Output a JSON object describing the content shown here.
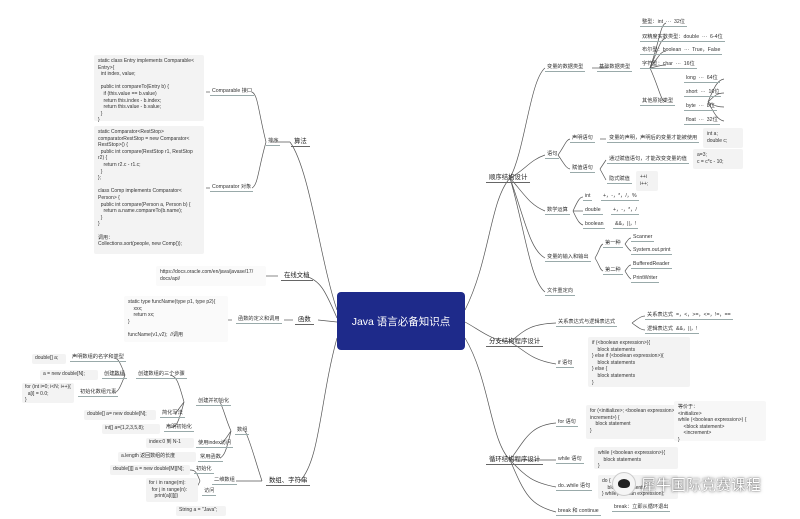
{
  "central": "Java 语言必备知识点",
  "watermark": "犀牛国际竞赛课程",
  "right": {
    "seq": {
      "title": "顺序结构设计",
      "vars": {
        "label": "变量的数据类型",
        "primitive": "基础数据类型",
        "int": "整型：int  ···  32位",
        "double": "双精度实数类型：double  ···  6-4位",
        "boolean": "布尔型：boolean  ···  True，False",
        "char": "字符型：char  ···  16位",
        "others": "其他原始类型",
        "long": "long  ···  64位",
        "short": "short  ···  16位",
        "byte": "byte  ···  8位",
        "float": "float  ···  32位"
      },
      "stmt": {
        "label": "语句",
        "declare": "声明语句",
        "declare_desc": "变量的声明，声明后的变量才能被使用",
        "declare_ex": "int a;\ndouble c;",
        "assign": "赋值语句",
        "assign_desc": "通过赋值语句，才能改变变量的值",
        "assign_ex": "a=3;\nc = c*c - 10;",
        "implicit": "隐式赋值",
        "implicit_ex": "++i\ni++;"
      },
      "ops": {
        "label": "数学运算",
        "int": "int",
        "int_ops": "+，-，*，/，%",
        "double": "double",
        "double_ops": "+，-，*，/",
        "boolean": "boolean",
        "boolean_ops": "&&，||，!"
      },
      "io": {
        "label": "变量的输入和输出",
        "first": "第一种",
        "scanner": "Scanner",
        "print": "System.out.print",
        "second": "第二种",
        "reader": "BufferedReader",
        "writer": "PrintWriter"
      },
      "redirect": "文件重定向"
    },
    "branch": {
      "title": "分支结构程序设计",
      "relop": "关系表达式与逻辑表达式",
      "rel": "关系表达式",
      "rel_ops": "=，<，>=，<=，!=，==",
      "logic": "逻辑表达式",
      "logic_ops": "&&，||，!",
      "if_label": "if 语句",
      "if_code": "if (<boolean expression>){\n    block statements\n} else if (<boolean expression>){\n    block statements\n} else {\n    block statements\n}"
    },
    "loop": {
      "title": "循环结构程序设计",
      "for": "for 语句",
      "for_code": "for (<initialize>; <boolean expression>; <\nincrement>) {\n    block statement\n}",
      "equiv": "等价于：\n<initialize>\nwhile (<boolean expression>) {\n    <block statement>\n    <increment>\n}",
      "while": "while 语句",
      "while_code": "while (<boolean expression>){\n    block statements\n}",
      "dowhile": "do..while 语句",
      "dowhile_code": "do {\n    block statements\n} while(boolean expression);",
      "brk": "break 和 continue",
      "brk_desc": "break：立即从循环退出"
    }
  },
  "left": {
    "algo": {
      "title": "算法",
      "sort": "排序",
      "comparable": "Comparable 接口",
      "comparable_code": "static class Entry implements Comparable<\nEntry>{\n  int index, value;\n\n  public int compareTo(Entry b) {\n    if (this.value == b.value)\n    return this.index - b.index;\n    return this.value - b.value;\n  }\n}",
      "comparator": "Comparator 对象",
      "comparator_code": "static Comparator<RestStop>\ncomparatorRestStop = new Comparator<\nRestStop>() {\n  public int compare(RestStop r1, RestStop\nr2) {\n    return r2.c - r1.c;\n  }\n};\n\nclass Comp implements Comparator<\nPerson> {\n  public int compare(Person a, Person b) {\n    return a.name.compareTo(b.name);\n  }\n}\n\n调用：\nCollections.sort(people, new Comp());"
    },
    "docs": {
      "title": "在线文档",
      "url": "https://docs.oracle.com/en/java/javase/17/\ndocs/api/"
    },
    "func": {
      "title": "函数",
      "def": "函数的定义和调用",
      "code": "static type funcName(type p1, type p2){\n    xxx;\n    return xx;\n}\n\nfuncName(v1,v2);  //调用"
    },
    "arr": {
      "title": "数组、字符串",
      "array": "数组",
      "create_init": "创建并初始化",
      "steps": "创建数组的三个步骤",
      "declare_ex": "double[] a;",
      "declare": "声明数组的名字和类型",
      "create_ex": "a = new double[N];",
      "create": "创建数组",
      "init_ex": "for (int i=0; i<N; i++){\n  a[i] = 0.0;\n}",
      "init": "初始化数组元素",
      "simplify_ex": "double[] a= new double[N];",
      "simplify": "简化写法",
      "literal_ex": "int[] a={1,2,3,5,8};",
      "literal": "声明初始化",
      "index_ex": "index:0 到 N-1",
      "index": "使用index访问",
      "length_ex": "a.length 返回数组的长度",
      "length": "常用函数",
      "two_d": "二维数组",
      "init2_ex": "double[][] a = new double[M][N];",
      "init2": "初始化",
      "visit_ex": "for i in range(m):\n  for j in range(n):\n    print(a[i][j])",
      "visit": "访问",
      "str_ex": "String a = \"Java\";"
    }
  }
}
